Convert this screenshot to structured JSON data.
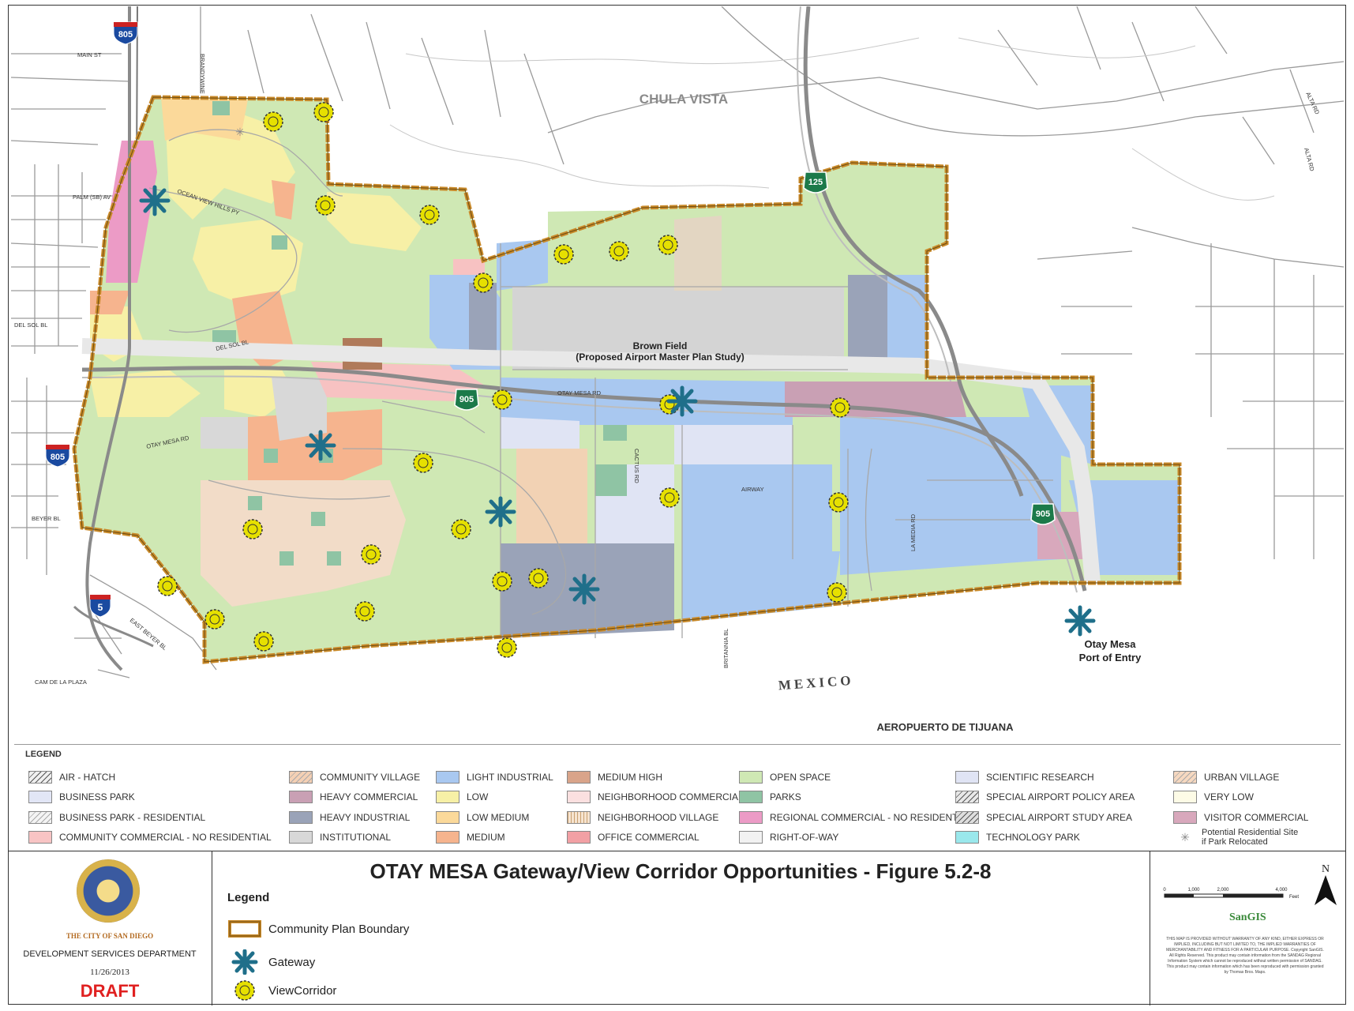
{
  "map": {
    "places": {
      "chula_vista": "CHULA VISTA",
      "mexico": "MEXICO",
      "aeropuerto": "AEROPUERTO DE TIJUANA",
      "brown_field": "Brown Field",
      "airport_study": "(Proposed Airport Master Plan Study)",
      "port_line1": "Otay Mesa",
      "port_line2": "Port of Entry"
    },
    "streets": {
      "main_st": "MAIN ST",
      "brandywine": "BRANDYWINE",
      "palm_av": "PALM (SB) AV",
      "ocean_view": "OCEAN VIEW HILLS PY",
      "del_sol_bl": "DEL SOL BL",
      "del_sol_bl_2": "DEL SOL BL",
      "otay_mesa_rd_w": "OTAY MESA RD",
      "otay_mesa_rd_e": "OTAY MESA RD",
      "beyer_bl": "BEYER BL",
      "east_beyer_bl": "EAST BEYER BL",
      "cam_de_la_plaza": "CAM DE LA PLAZA",
      "cactus_rd": "CACTUS RD",
      "airway": "AIRWAY",
      "la_media_rd": "LA MEDIA RD",
      "britannia_bl": "BRITANNIA BL",
      "alta_rd": "ALTA RD",
      "alta_rd_2": "ALTA RD"
    },
    "shields": {
      "i805_top": "805",
      "i805_left": "805",
      "i5": "5",
      "sr905_center": "905",
      "sr905_right": "905",
      "sr125": "125"
    },
    "colors": {
      "open_space": "#cfe8b4",
      "light_industrial": "#a9c8f0",
      "heavy_industrial": "#9aa3b8",
      "low": "#f7f0a6",
      "low_medium": "#fbd99a",
      "medium": "#f6b48e",
      "regional_commercial": "#ec9bc6",
      "community_commercial": "#f7c2c2",
      "heavy_commercial": "#c9a0b4",
      "scientific_research": "#e0e4f4",
      "parks": "#8fc4a4",
      "institutional": "#d8d8d8",
      "boundary": "#c98a2a",
      "gateway": "#1f6f8a",
      "viewcorridor": "#e6e000"
    }
  },
  "legend": {
    "title": "LEGEND",
    "columns": [
      [
        {
          "label": "AIR - HATCH",
          "swatch": "hatch-diag",
          "color": "#f0f0f0"
        },
        {
          "label": "BUSINESS PARK",
          "color": "#e2e6f6"
        },
        {
          "label": "BUSINESS PARK - RESIDENTIAL",
          "swatch": "hatch-light",
          "color": "#f4f4f4"
        },
        {
          "label": "COMMUNITY COMMERCIAL - NO RESIDENTIAL",
          "color": "#f8c4c4"
        }
      ],
      [
        {
          "label": "COMMUNITY VILLAGE",
          "swatch": "hatch-light",
          "color": "#f4d0b4"
        },
        {
          "label": "HEAVY COMMERCIAL",
          "color": "#c9a0b4"
        },
        {
          "label": "HEAVY INDUSTRIAL",
          "color": "#9aa3b8"
        },
        {
          "label": "INSTITUTIONAL",
          "color": "#d8d8d8"
        }
      ],
      [
        {
          "label": "LIGHT INDUSTRIAL",
          "color": "#a9c8f0"
        },
        {
          "label": "LOW",
          "color": "#f7f0a6"
        },
        {
          "label": "LOW MEDIUM",
          "color": "#fbd99a"
        },
        {
          "label": "MEDIUM",
          "color": "#f6b48e"
        }
      ],
      [
        {
          "label": "MEDIUM HIGH",
          "color": "#d9a48a"
        },
        {
          "label": "NEIGHBORHOOD COMMERCIAL",
          "color": "#fbe0e0"
        },
        {
          "label": "NEIGHBORHOOD VILLAGE",
          "swatch": "hatch-vert",
          "color": "#f6e4d0"
        },
        {
          "label": "OFFICE COMMERCIAL",
          "color": "#f2a0a4"
        }
      ],
      [
        {
          "label": "OPEN SPACE",
          "color": "#cfe8b4"
        },
        {
          "label": "PARKS",
          "color": "#8fc4a4"
        },
        {
          "label": "REGIONAL COMMERCIAL - NO RESIDENTIAL",
          "color": "#ec9bc6"
        },
        {
          "label": "RIGHT-OF-WAY",
          "color": "#f2f2f2"
        }
      ],
      [
        {
          "label": "SCIENTIFIC RESEARCH",
          "color": "#e0e4f4"
        },
        {
          "label": "SPECIAL AIRPORT POLICY AREA",
          "swatch": "hatch-diag",
          "color": "#e8e8e8"
        },
        {
          "label": "SPECIAL AIRPORT STUDY AREA",
          "swatch": "hatch-diag",
          "color": "#dedede"
        },
        {
          "label": "TECHNOLOGY PARK",
          "color": "#9ae8ec"
        }
      ],
      [
        {
          "label": "URBAN VILLAGE",
          "swatch": "hatch-light",
          "color": "#f6d8c0"
        },
        {
          "label": "VERY LOW",
          "color": "#fdfbe6"
        },
        {
          "label": "VISITOR COMMERCIAL",
          "color": "#d8a8bc"
        },
        {
          "label": "Potential Residential Site",
          "label2": "if Park Relocated",
          "swatch": "star"
        }
      ]
    ]
  },
  "footer": {
    "title": "OTAY MESA Gateway/View Corridor Opportunities - Figure 5.2-8",
    "key_title": "Legend",
    "key_boundary": "Community Plan Boundary",
    "key_gateway": "Gateway",
    "key_viewcorridor": "ViewCorridor",
    "city": "THE CITY OF SAN DIEGO",
    "dept": "DEVELOPMENT SERVICES DEPARTMENT",
    "date": "11/26/2013",
    "draft": "DRAFT",
    "sangis": "SanGIS",
    "scale_labels": [
      "0",
      "1,000",
      "2,000",
      "4,000"
    ],
    "scale_unit": "Feet",
    "north": "N",
    "disclaimer": "THIS MAP IS PROVIDED WITHOUT WARRANTY OF ANY KIND, EITHER EXPRESS OR IMPLIED, INCLUDING BUT NOT LIMITED TO, THE IMPLIED WARRANTIES OF MERCHANTABILITY AND FITNESS FOR A PARTICULAR PURPOSE. Copyright SanGIS. All Rights Reserved. This product may contain information from the SANDAG Regional Information System which cannot be reproduced without written permission of SANDAG. This product may contain information which has been reproduced with permission granted by Thomas Bros. Maps."
  }
}
